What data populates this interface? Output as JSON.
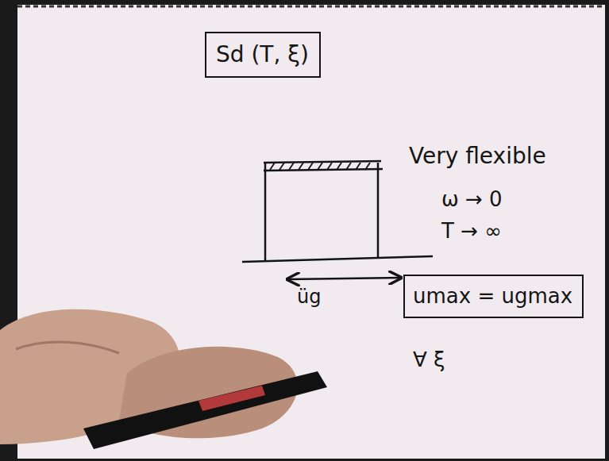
{
  "diagram": {
    "nodes": [
      {
        "text": [
          "Sd (T, ξ)"
        ]
      },
      {
        "text": [
          "umax = ugmax"
        ]
      }
    ],
    "labels": [
      "Very flexible",
      "ω → 0",
      "T → ∞",
      "üg",
      "∀ ξ"
    ]
  }
}
